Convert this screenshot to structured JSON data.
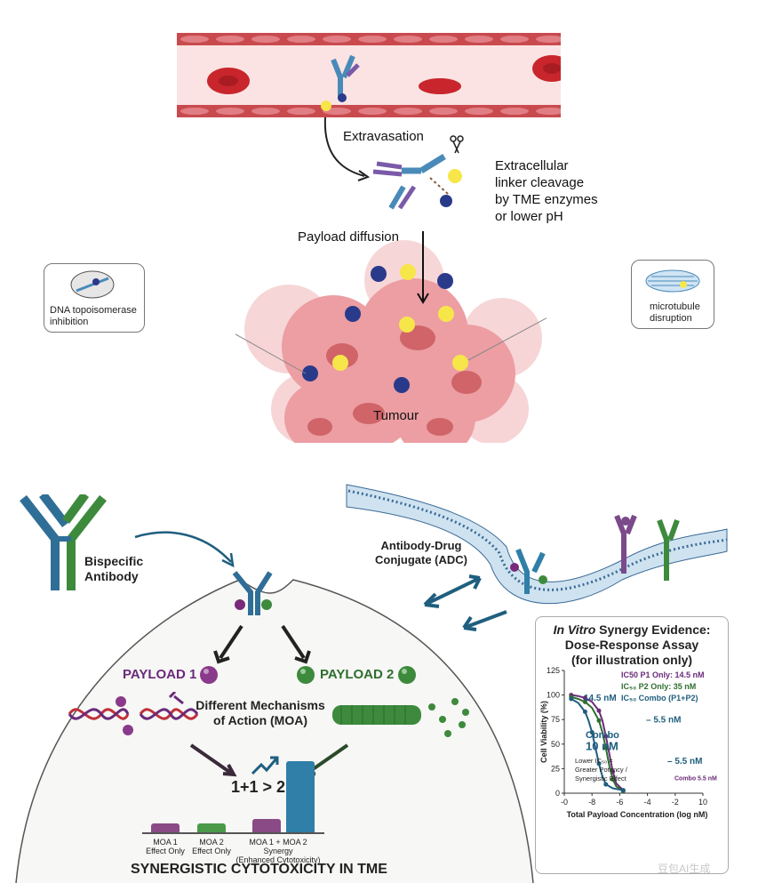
{
  "top": {
    "extravasation": "Extravasation",
    "cleavage": [
      "Extracellular",
      "linker cleavage",
      "by TME enzymes",
      "or lower pH"
    ],
    "diffusion": "Payload diffusion",
    "tumour": "Tumour",
    "callout_left": [
      "DNA topoisomerase",
      "inhibition"
    ],
    "callout_right": [
      "microtubule",
      "disruption"
    ]
  },
  "bottom": {
    "bispecific": [
      "Bispecific",
      "Antibody"
    ],
    "adc": [
      "Antibody-Drug",
      "Conjugate (ADC)"
    ],
    "payload1": "PAYLOAD 1",
    "payload2": "PAYLOAD 2",
    "moa": [
      "Different Mechanisms",
      "of Action (MOA)"
    ],
    "synergy_eq": "1+1 > 2",
    "bars": [
      {
        "label": [
          "MOA 1",
          "Effect Only"
        ],
        "value": 1,
        "color": "#8a4a86"
      },
      {
        "label": [
          "MOA 2",
          "Effect Only"
        ],
        "value": 1,
        "color": "#4a9a4a"
      },
      {
        "label": [
          "MOA 1 + MOA 2",
          "Synergy",
          "(Enhanced Cytotoxicity)"
        ],
        "value": 1.5,
        "color": "#8a4a86"
      },
      {
        "label": [],
        "value": 8,
        "color": "#2f7fa8"
      }
    ],
    "footer": "SYNERGISTIC CYTOTOXICITY IN TME"
  },
  "panel": {
    "title_italic": "In Vitro",
    "title_rest": " Synergy Evidence:",
    "title2": "Dose-Response Assay",
    "title3": "(for illustration only)"
  },
  "chart_data": {
    "type": "line",
    "xlabel": "Total Payload Concentration (log nM)",
    "ylabel": "Cell Viability (%)",
    "xlim": [
      -10,
      10
    ],
    "ylim": [
      0,
      125
    ],
    "xticks": [
      "-0",
      "-8",
      "-6",
      "-4",
      "-2",
      "10"
    ],
    "yticks": [
      "0",
      "25",
      "50",
      "75",
      "100",
      "125"
    ],
    "legend": [
      {
        "text": "IC50 P1 Only: 14.5 nM",
        "color": "#6a2a7a"
      },
      {
        "text": "IC₅₀ P2 Only: 35 nM",
        "color": "#2f6e2f"
      },
      {
        "text": "IC₅₀ Combo (P1+P2)",
        "color": "#1f5e7e"
      }
    ],
    "annotations": {
      "a_14": "14.5 nM",
      "a_55a": "– 5.5 nM",
      "a_combo": "Combo",
      "a_10": "10 nM",
      "a_lower": [
        "Lower IC₅₀ =",
        "Greater Potency /",
        "Synergistic Effect"
      ],
      "a_55b": "– 5.5 nM",
      "a_combo55": "Combo 5.5 nM"
    },
    "series": [
      {
        "color": "#6a2a7a",
        "x": [
          -9,
          -8,
          -7,
          -6,
          -5,
          -4.5,
          -4,
          -3.5,
          -3,
          -2.5,
          -1.5
        ],
        "y": [
          100,
          99,
          97,
          93,
          84,
          74,
          58,
          40,
          22,
          10,
          3
        ]
      },
      {
        "color": "#2f6e2f",
        "x": [
          -9,
          -8,
          -7,
          -6,
          -5,
          -4.5,
          -4,
          -3.5,
          -3,
          -2.5,
          -1.5
        ],
        "y": [
          98,
          96,
          93,
          87,
          74,
          62,
          46,
          28,
          14,
          7,
          2
        ]
      },
      {
        "color": "#1f5e7e",
        "x": [
          -9,
          -8,
          -7,
          -6.5,
          -6,
          -5.5,
          -5,
          -4.5,
          -4,
          -3,
          -1.5
        ],
        "y": [
          96,
          92,
          83,
          74,
          62,
          46,
          30,
          17,
          9,
          5,
          3
        ]
      }
    ]
  },
  "watermark": "豆包AI生成"
}
